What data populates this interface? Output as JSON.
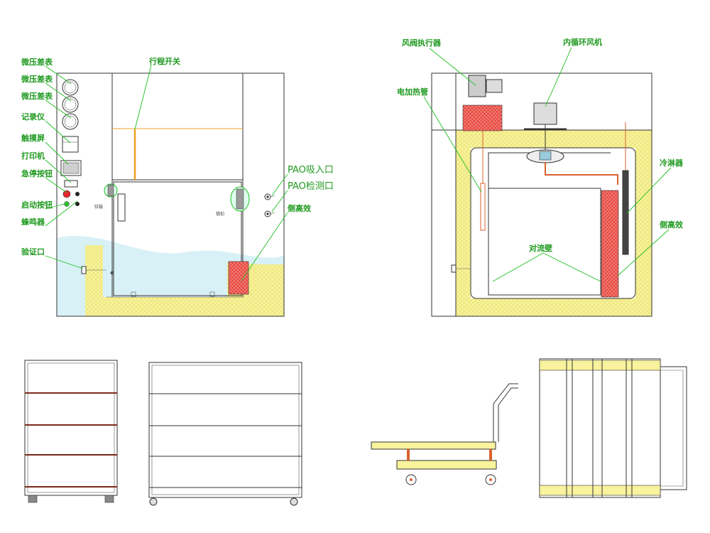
{
  "colors": {
    "insulation": "#f7f29a",
    "filter": "#e8473f",
    "leader": "#1fbf1f",
    "label": "#1f9a1f",
    "water": "#d8f1f6",
    "pipe": "#d9622b",
    "shelf": "#7a2a1a",
    "switch": "#f0a020"
  },
  "front_view": {
    "labels": {
      "gauge1": "微压差表",
      "gauge2": "微压差表",
      "gauge3": "微压差表",
      "recorder": "记录仪",
      "touchscreen": "触摸屏",
      "printer": "打印机",
      "estop": "急停按钮",
      "start": "启动按钮",
      "buzzer": "蜂鸣器",
      "port": "验证口",
      "limit_switch": "行程开关",
      "pao_inlet": "PAO吸入口",
      "pao_test": "PAO检测口",
      "side_filter": "侧高效"
    }
  },
  "side_view": {
    "labels": {
      "damper": "风阀执行器",
      "fan": "内循环风机",
      "heater": "电加热管",
      "sprayer": "冷淋器",
      "side_filter": "侧高效",
      "convection": "对流壁"
    }
  }
}
